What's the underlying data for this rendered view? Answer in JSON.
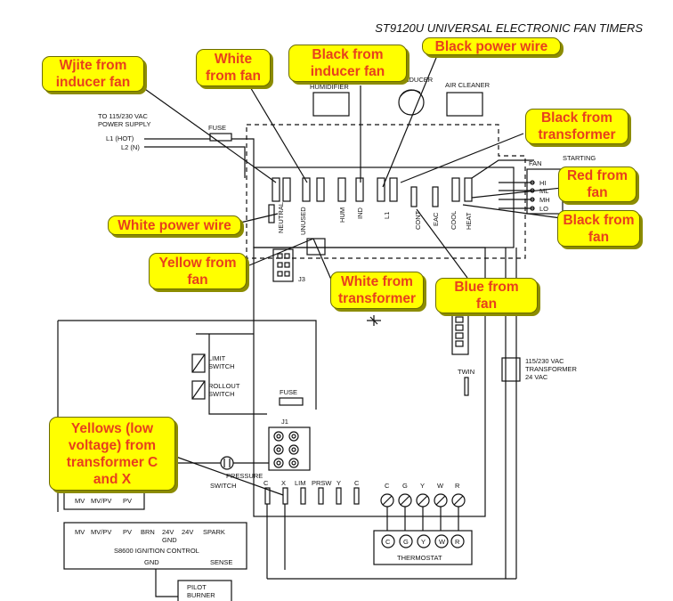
{
  "title": "ST9120U UNIVERSAL ELECTRONIC FAN TIMERS",
  "callouts": {
    "wjite_inducer": "Wjite from\ninducer fan",
    "white_fan": "White\nfrom fan",
    "black_inducer": "Black from\ninducer fan",
    "black_power": "Black power wire",
    "black_transformer": "Black from\ntransformer",
    "red_fan": "Red from\nfan",
    "black_fan": "Black from\nfan",
    "white_power": "White power wire",
    "yellow_fan": "Yellow from\nfan",
    "white_transformer": "White from\ntransformer",
    "blue_fan": "Blue from\nfan",
    "yellows_low": "Yellows (low\nvoltage) from\ntransformer C\nand X"
  },
  "labels": {
    "supply1": "TO 115/230 VAC",
    "supply2": "POWER SUPPLY",
    "l1hot": "L1 (HOT)",
    "l2n": "L2 (N)",
    "fuse": "FUSE",
    "humidifier": "HUMIDIFIER",
    "inducer": "INDUCER",
    "air_cleaner": "AIR CLEANER",
    "fan": "FAN",
    "starting": "STARTING",
    "hi": "HI",
    "mh": "MH",
    "ml": "ML",
    "lo": "LO",
    "neutral": "NEUTRAL",
    "unused": "UNUSED",
    "hum": "HUM",
    "ind": "IND",
    "l1": "L1",
    "cont": "CONT",
    "eac": "EAC",
    "cool": "COOL",
    "heat": "HEAT",
    "j3": "J3",
    "limit1": "LIMIT",
    "limit2": "SWITCH",
    "rollout1": "ROLLOUT",
    "rollout2": "SWITCH",
    "fuse2": "FUSE",
    "j1": "J1",
    "twin": "TWIN",
    "transformer1": "115/230 VAC",
    "transformer2": "TRANSFORMER",
    "transformer3": "24 VAC",
    "pressure1": "PRESSURE",
    "pressure2": "SWITCH",
    "term_c": "C",
    "term_x": "X",
    "term_lim": "LIM",
    "term_prsw": "PRSW",
    "term_y": "Y",
    "term_c2": "C",
    "t_c": "C",
    "t_g": "G",
    "t_y": "Y",
    "t_w": "W",
    "t_r": "R",
    "thermostat": "THERMOSTAT",
    "mv": "MV",
    "mvpv": "MV/PV",
    "pv": "PV",
    "brn": "BRN",
    "v24a": "24V",
    "v24b": "24V",
    "spark": "SPARK",
    "gnd": "GND",
    "ignition": "S8600 IGNITION CONTROL",
    "gnd2": "GND",
    "sense": "SENSE",
    "pilot1": "PILOT",
    "pilot2": "BURNER"
  }
}
